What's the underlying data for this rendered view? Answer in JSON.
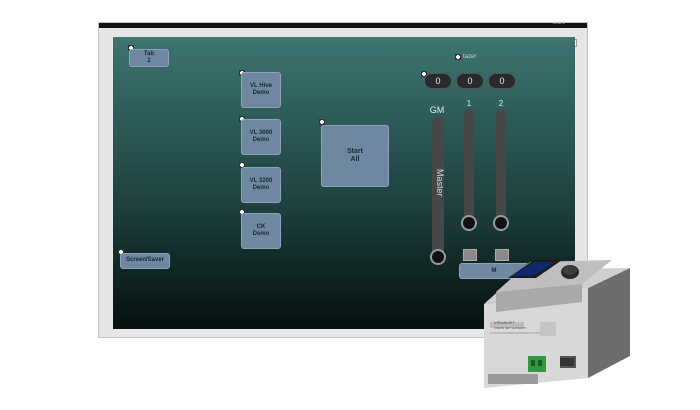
{
  "monitor": {
    "topbar_text": "OLKLC"
  },
  "tabs": {
    "tab2_label": "Tab\n2"
  },
  "tiles": [
    {
      "label": "VL Hive\nDemo"
    },
    {
      "label": "VL 3600\nDemo"
    },
    {
      "label": "VL 3200\nDemo"
    },
    {
      "label": "CK\nDemo"
    }
  ],
  "start_all_label": "Start\nAll",
  "screen_saver_label": "Screen/Saver",
  "tazer_label": "tazer",
  "counters": [
    "0",
    "0",
    "0"
  ],
  "faders": {
    "gm_label": "GM",
    "label_1": "1",
    "label_2": "2",
    "master_label": "Master"
  },
  "bottom_button_label": "M",
  "device": {
    "brand": "VISUALRIT",
    "model": "VISION NET GATEWAY"
  },
  "colors": {
    "tile_bg": "#6f87a1",
    "screen_top": "#3d7571",
    "screen_bottom": "#061110"
  }
}
